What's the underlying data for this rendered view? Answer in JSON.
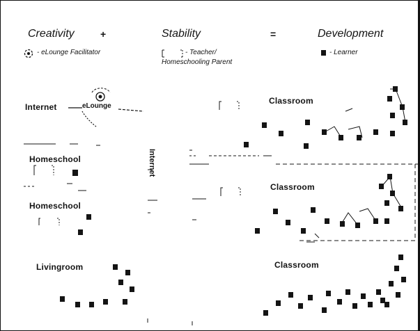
{
  "header": {
    "creativity": "Creativity",
    "plus": "+",
    "stability": "Stability",
    "equals": "=",
    "development": "Development"
  },
  "legend": {
    "facilitator": "- eLounge Facilitator",
    "teacher_line1": "- Teacher/",
    "teacher_line2": "Homeschooling Parent",
    "learner": "- Learner"
  },
  "left": {
    "internet": "Internet",
    "elounge": "eLounge",
    "homeschool_a": "Homeschool",
    "homeschool_b": "Homeschool",
    "livingroom": "Livingroom"
  },
  "middle": {
    "internet_vertical": "Internet"
  },
  "right": {
    "classroom_1": "Classroom",
    "classroom_2": "Classroom",
    "classroom_3": "Classroom"
  },
  "colors": {
    "ink": "#141414",
    "background": "#ffffff"
  }
}
